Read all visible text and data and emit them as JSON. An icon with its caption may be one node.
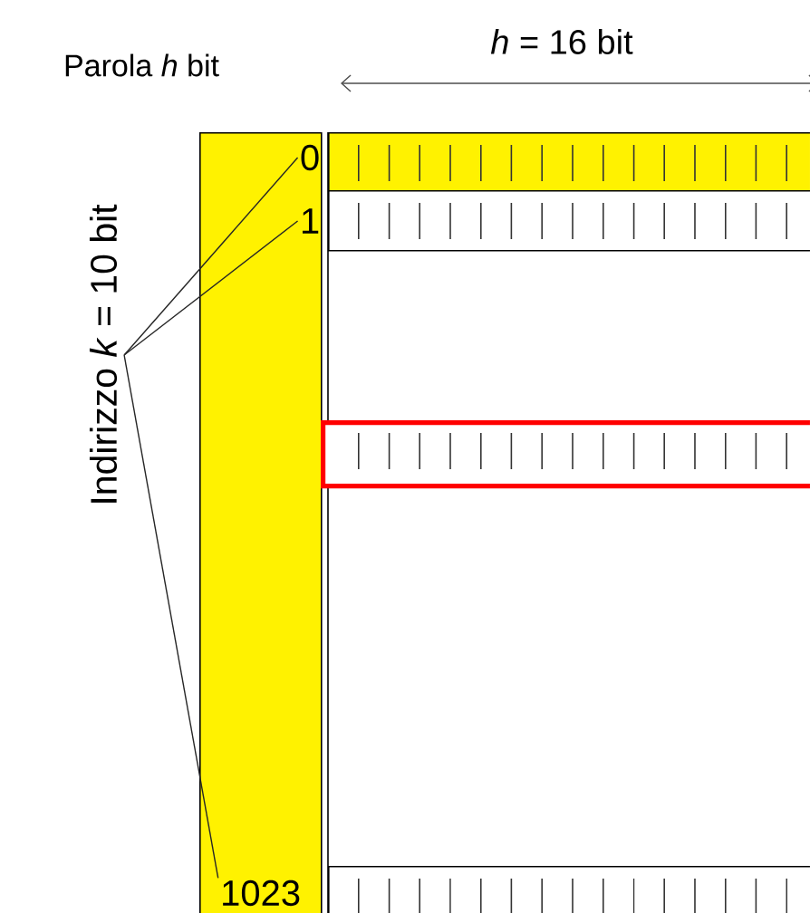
{
  "diagram": {
    "nodes": [
      {
        "text": [
          "Indirizzo *k* = 10 bit"
        ]
      },
      {
        "text": [],
        "shape": "box"
      },
      {
        "text": [
          "0"
        ],
        "in": 1
      },
      {
        "text": [
          "1"
        ],
        "in": 1
      },
      {
        "text": [
          "1023"
        ],
        "in": 1
      },
      {
        "text": [],
        "shape": "box"
      },
      {
        "text": [],
        "shape": "box"
      },
      {
        "text": [],
        "shape": "box"
      },
      {
        "text": [],
        "shape": "box"
      }
    ],
    "edges": [
      {
        "from": 0,
        "to": 2,
        "arrow": "none"
      },
      {
        "from": 0,
        "to": 3,
        "arrow": "none"
      },
      {
        "from": 0,
        "to": 4,
        "arrow": "none"
      }
    ],
    "labels": [
      "Parola *h* bit",
      "*h* = 16 bit"
    ]
  }
}
